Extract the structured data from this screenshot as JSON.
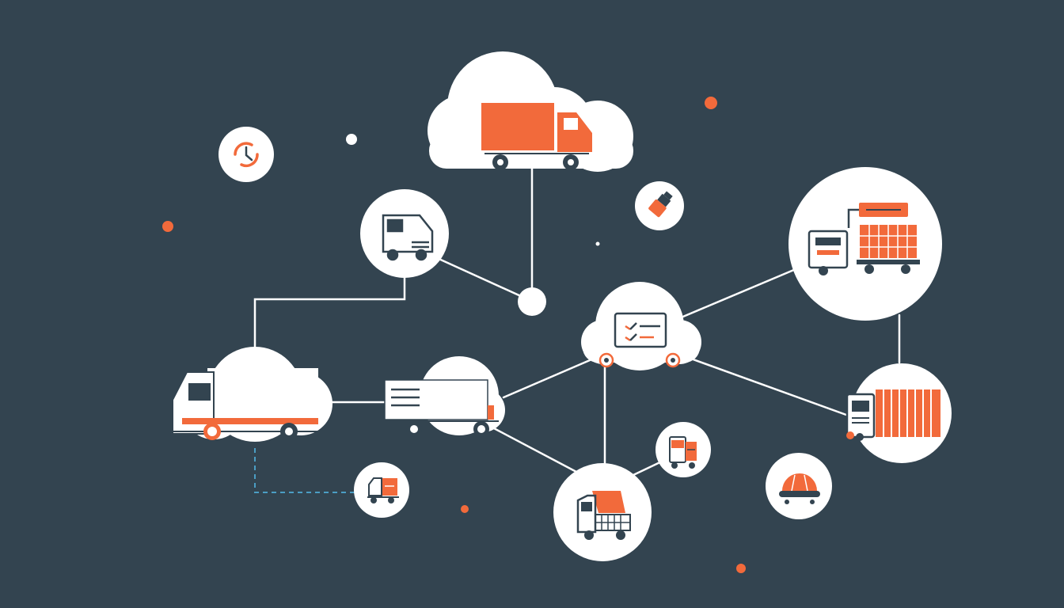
{
  "colors": {
    "background": "#334450",
    "node_fill": "#ffffff",
    "accent": "#f26a3b",
    "connector": "#ffffff",
    "dashed_link": "#4b9ec4",
    "icon_dark": "#334450"
  },
  "nodes": [
    {
      "id": "cloud-top",
      "shape": "cloud",
      "icon": "box-truck-icon"
    },
    {
      "id": "clock",
      "shape": "circle",
      "icon": "clock-icon"
    },
    {
      "id": "van",
      "shape": "circle",
      "icon": "van-icon"
    },
    {
      "id": "hub",
      "shape": "dot",
      "icon": ""
    },
    {
      "id": "flashlight",
      "shape": "circle",
      "icon": "flashlight-icon"
    },
    {
      "id": "dashboard-cloud",
      "shape": "cloud",
      "icon": "monitor-checklist-icon"
    },
    {
      "id": "warehouse",
      "shape": "circle",
      "icon": "loading-machine-icon"
    },
    {
      "id": "cloud-left",
      "shape": "cloud",
      "icon": "delivery-truck-icon"
    },
    {
      "id": "trailer",
      "shape": "cloud",
      "icon": "trailer-icon"
    },
    {
      "id": "container",
      "shape": "circle",
      "icon": "container-truck-icon"
    },
    {
      "id": "small-truck",
      "shape": "circle",
      "icon": "small-truck-icon"
    },
    {
      "id": "cart",
      "shape": "circle",
      "icon": "cart-icon"
    },
    {
      "id": "dump",
      "shape": "circle",
      "icon": "dump-truck-icon"
    },
    {
      "id": "hard-hat",
      "shape": "circle",
      "icon": "hard-hat-icon"
    }
  ],
  "links": [
    {
      "from": "cloud-top",
      "to": "hub",
      "style": "solid"
    },
    {
      "from": "van",
      "to": "hub",
      "style": "solid"
    },
    {
      "from": "van",
      "to": "cloud-left",
      "style": "solid"
    },
    {
      "from": "cloud-left",
      "to": "trailer",
      "style": "solid"
    },
    {
      "from": "cloud-left",
      "to": "small-truck",
      "style": "dashed"
    },
    {
      "from": "trailer",
      "to": "dashboard-cloud",
      "style": "solid"
    },
    {
      "from": "trailer",
      "to": "dump",
      "style": "solid"
    },
    {
      "from": "dashboard-cloud",
      "to": "warehouse",
      "style": "solid"
    },
    {
      "from": "dashboard-cloud",
      "to": "container",
      "style": "solid"
    },
    {
      "from": "dashboard-cloud",
      "to": "dump",
      "style": "solid"
    },
    {
      "from": "dump",
      "to": "cart",
      "style": "solid"
    },
    {
      "from": "warehouse",
      "to": "container",
      "style": "solid"
    }
  ]
}
